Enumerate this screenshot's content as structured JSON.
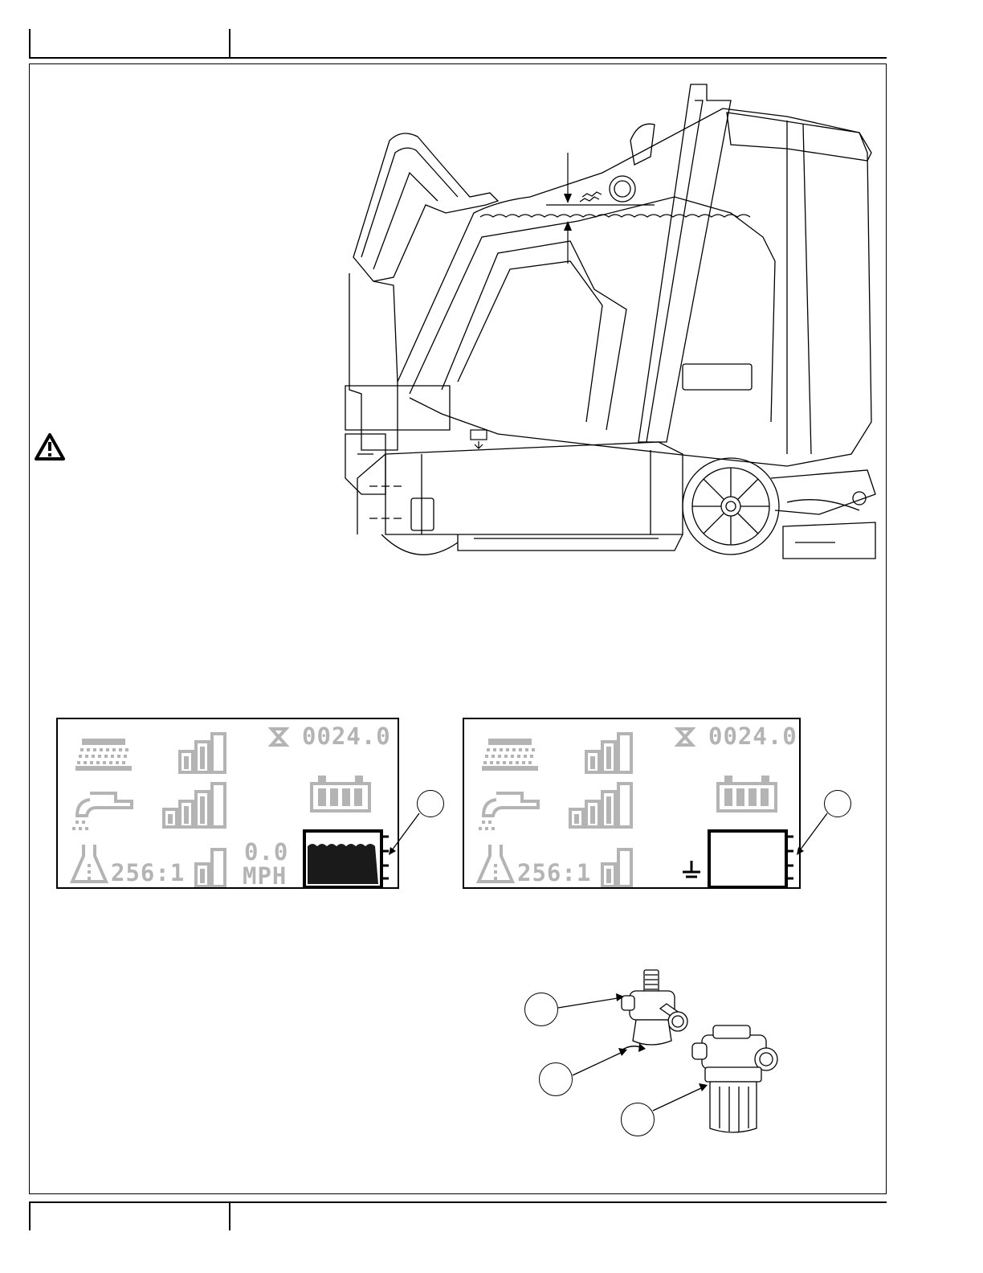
{
  "figures": {
    "machine_side_view": {
      "warning_icon": "warning-triangle-icon",
      "water_level_indicator": "level-arrows-icon"
    },
    "lcd_full": {
      "hour_meter": "0024.0",
      "ratio": "256:1",
      "speed_value": "0.0",
      "speed_unit": "MPH",
      "brush_bars": 3,
      "water_bars": 4,
      "battery_segments": 4,
      "tank_level_percent": 80,
      "icons": [
        "brush-deck-icon",
        "water-faucet-icon",
        "detergent-icon",
        "hourglass-icon",
        "battery-icon",
        "recovery-tank-full-icon"
      ]
    },
    "lcd_empty": {
      "hour_meter": "0024.0",
      "ratio": "256:1",
      "brush_bars": 3,
      "water_bars": 4,
      "battery_segments": 4,
      "tank_level_percent": 0,
      "icons": [
        "brush-deck-icon",
        "water-faucet-icon",
        "detergent-icon",
        "hourglass-icon",
        "battery-icon",
        "ground-symbol-icon",
        "recovery-tank-empty-icon"
      ]
    },
    "filter_parts": {
      "icons": [
        "filter-valve-icon",
        "rotate-arrow-icon",
        "filter-bowl-icon"
      ]
    }
  },
  "colors": {
    "line": "#000000",
    "lcd_gray": "#b4b4b4",
    "tank_fill": "#1a1a1a"
  }
}
